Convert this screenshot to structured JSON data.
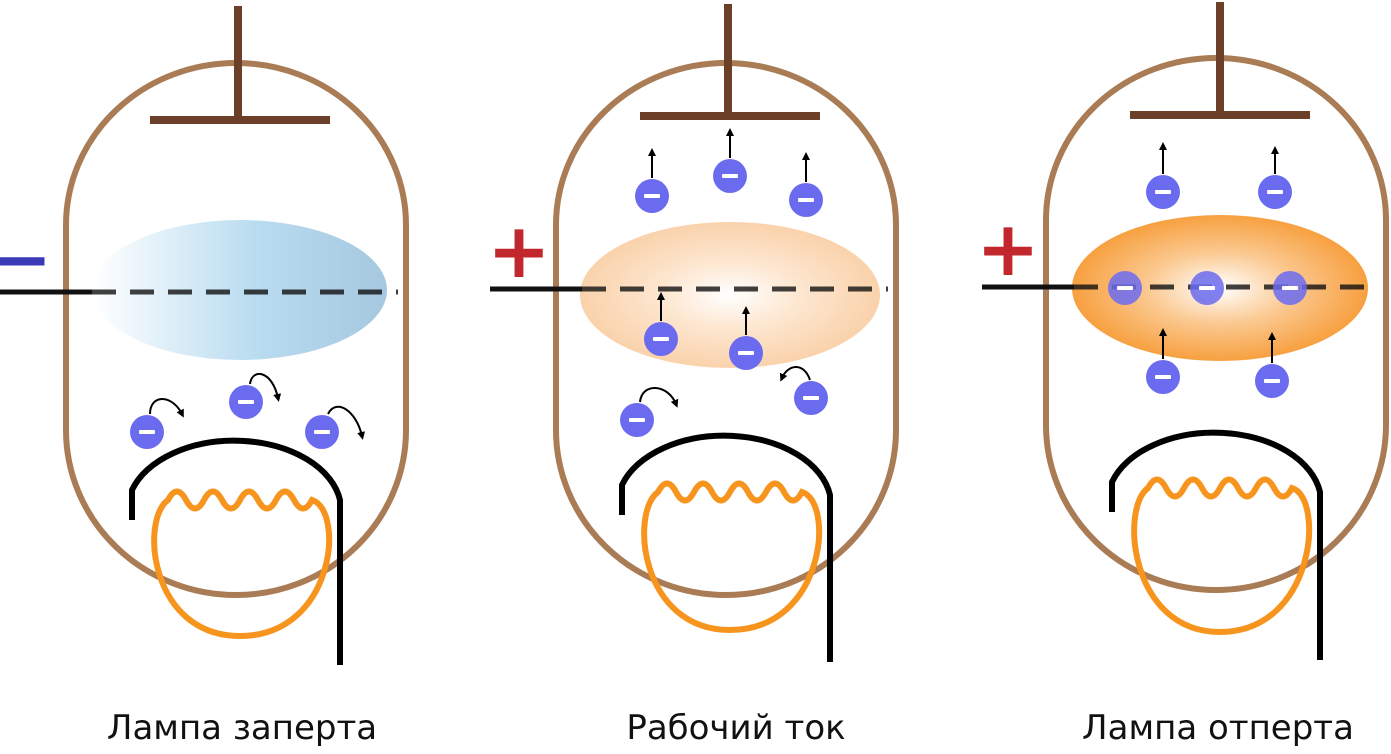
{
  "panels": [
    {
      "id": "locked",
      "caption": "Лампа заперта",
      "grid_sign": "−"
    },
    {
      "id": "working",
      "caption": "Рабочий ток",
      "grid_sign": "+"
    },
    {
      "id": "open",
      "caption": "Лампа отперта",
      "grid_sign": "+"
    }
  ],
  "electron_glyph": "−",
  "colors": {
    "bulb": "#a97c55",
    "anode": "#6b3f28",
    "grid_line": "#111111",
    "cathode": "#000000",
    "filament": "#f7941d",
    "electron": "#6b6bf0",
    "minus_sign": "#3a3ab8",
    "plus_sign": "#c1272d",
    "cloud_cold": "#a9cfe6",
    "cloud_warm": "#f9b777",
    "cloud_hot": "#f7941d"
  }
}
